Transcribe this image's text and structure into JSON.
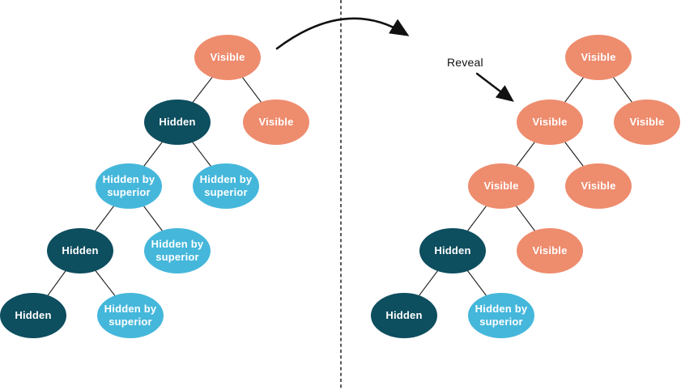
{
  "colors": {
    "visible": "#EE8C6E",
    "hidden": "#0D4E5F",
    "hidden_by_superior": "#45B7DB",
    "edge": "#1a1a1a",
    "arrow": "#111111",
    "node_text": "#ffffff"
  },
  "annotation": {
    "reveal": "Reveal"
  },
  "trees": {
    "left": {
      "nodes": [
        {
          "label": "Visible",
          "type": "visible"
        },
        {
          "label": "Hidden",
          "type": "hidden"
        },
        {
          "label": "Visible",
          "type": "visible"
        },
        {
          "label": "Hidden by superior",
          "type": "hidden-by-superior"
        },
        {
          "label": "Hidden by superior",
          "type": "hidden-by-superior"
        },
        {
          "label": "Hidden",
          "type": "hidden"
        },
        {
          "label": "Hidden by superior",
          "type": "hidden-by-superior"
        },
        {
          "label": "Hidden",
          "type": "hidden"
        },
        {
          "label": "Hidden by superior",
          "type": "hidden-by-superior"
        }
      ]
    },
    "right": {
      "nodes": [
        {
          "label": "Visible",
          "type": "visible"
        },
        {
          "label": "Visible",
          "type": "visible"
        },
        {
          "label": "Visible",
          "type": "visible"
        },
        {
          "label": "Visible",
          "type": "visible"
        },
        {
          "label": "Visible",
          "type": "visible"
        },
        {
          "label": "Hidden",
          "type": "hidden"
        },
        {
          "label": "Visible",
          "type": "visible"
        },
        {
          "label": "Hidden",
          "type": "hidden"
        },
        {
          "label": "Hidden by superior",
          "type": "hidden-by-superior"
        }
      ]
    }
  }
}
